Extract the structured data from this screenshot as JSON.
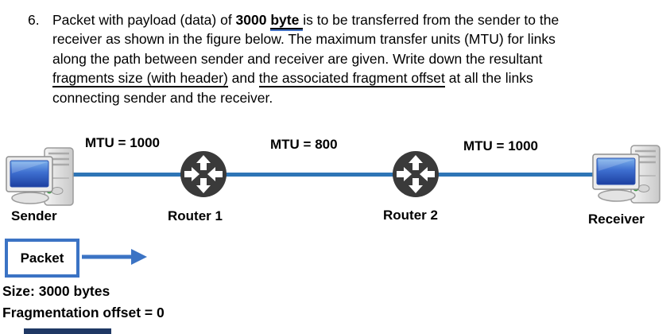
{
  "question": {
    "number": "6.",
    "lines": [
      [
        {
          "t": "Packet with payload (data) of "
        },
        {
          "t": "3000 ",
          "b": true
        },
        {
          "t": "byte ",
          "b": true,
          "u": true,
          "g": true
        },
        {
          "t": "is to be transferred from the sender to the"
        }
      ],
      [
        {
          "t": "receiver as shown in the figure below. The maximum transfer units (MTU) for links"
        }
      ],
      [
        {
          "t": "along the path between sender and receiver are given. Write down the resultant"
        }
      ],
      [
        {
          "t": "fragments size (with header)",
          "u": true
        },
        {
          "t": " and "
        },
        {
          "t": "the associated fragment offset",
          "u": true
        },
        {
          "t": " at all the links"
        }
      ],
      [
        {
          "t": "connecting sender and the receiver."
        }
      ]
    ]
  },
  "diagram": {
    "link_labels": [
      "MTU = 1000",
      "MTU = 800",
      "MTU = 1000"
    ],
    "nodes": {
      "sender": "Sender",
      "router1": "Router 1",
      "router2": "Router 2",
      "receiver": "Receiver"
    },
    "colors": {
      "link_blue": "#2E75B6",
      "router_gray": "#3A3A3A",
      "screen_blue_top": "#7DB2EC",
      "screen_blue_bottom": "#1C3FA0"
    }
  },
  "packet_figure": {
    "box_label": "Packet",
    "size_text": "Size: 3000 bytes",
    "offset_text": "Fragmentation offset = 0",
    "accent_blue": "#3B73C4"
  },
  "bottom_bar_color": "#1F3864"
}
